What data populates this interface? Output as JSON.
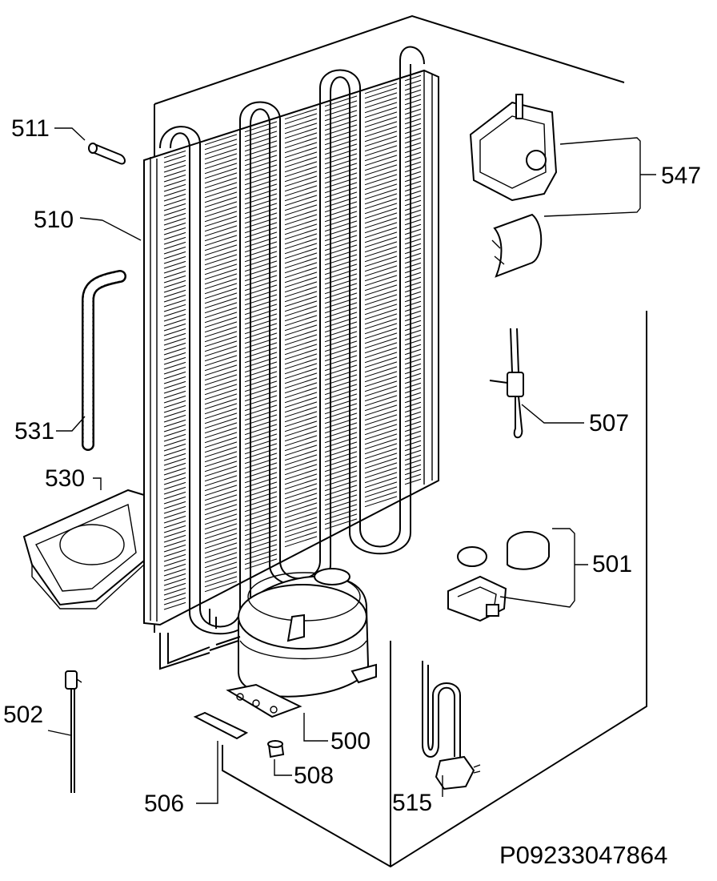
{
  "diagram": {
    "callouts": [
      {
        "id": "511",
        "text": "511"
      },
      {
        "id": "510",
        "text": "510"
      },
      {
        "id": "531",
        "text": "531"
      },
      {
        "id": "530",
        "text": "530"
      },
      {
        "id": "502",
        "text": "502"
      },
      {
        "id": "506",
        "text": "506"
      },
      {
        "id": "508",
        "text": "508"
      },
      {
        "id": "500",
        "text": "500"
      },
      {
        "id": "515",
        "text": "515"
      },
      {
        "id": "501",
        "text": "501"
      },
      {
        "id": "507",
        "text": "507"
      },
      {
        "id": "547",
        "text": "547"
      }
    ],
    "drawing_code": "P09233047864"
  }
}
